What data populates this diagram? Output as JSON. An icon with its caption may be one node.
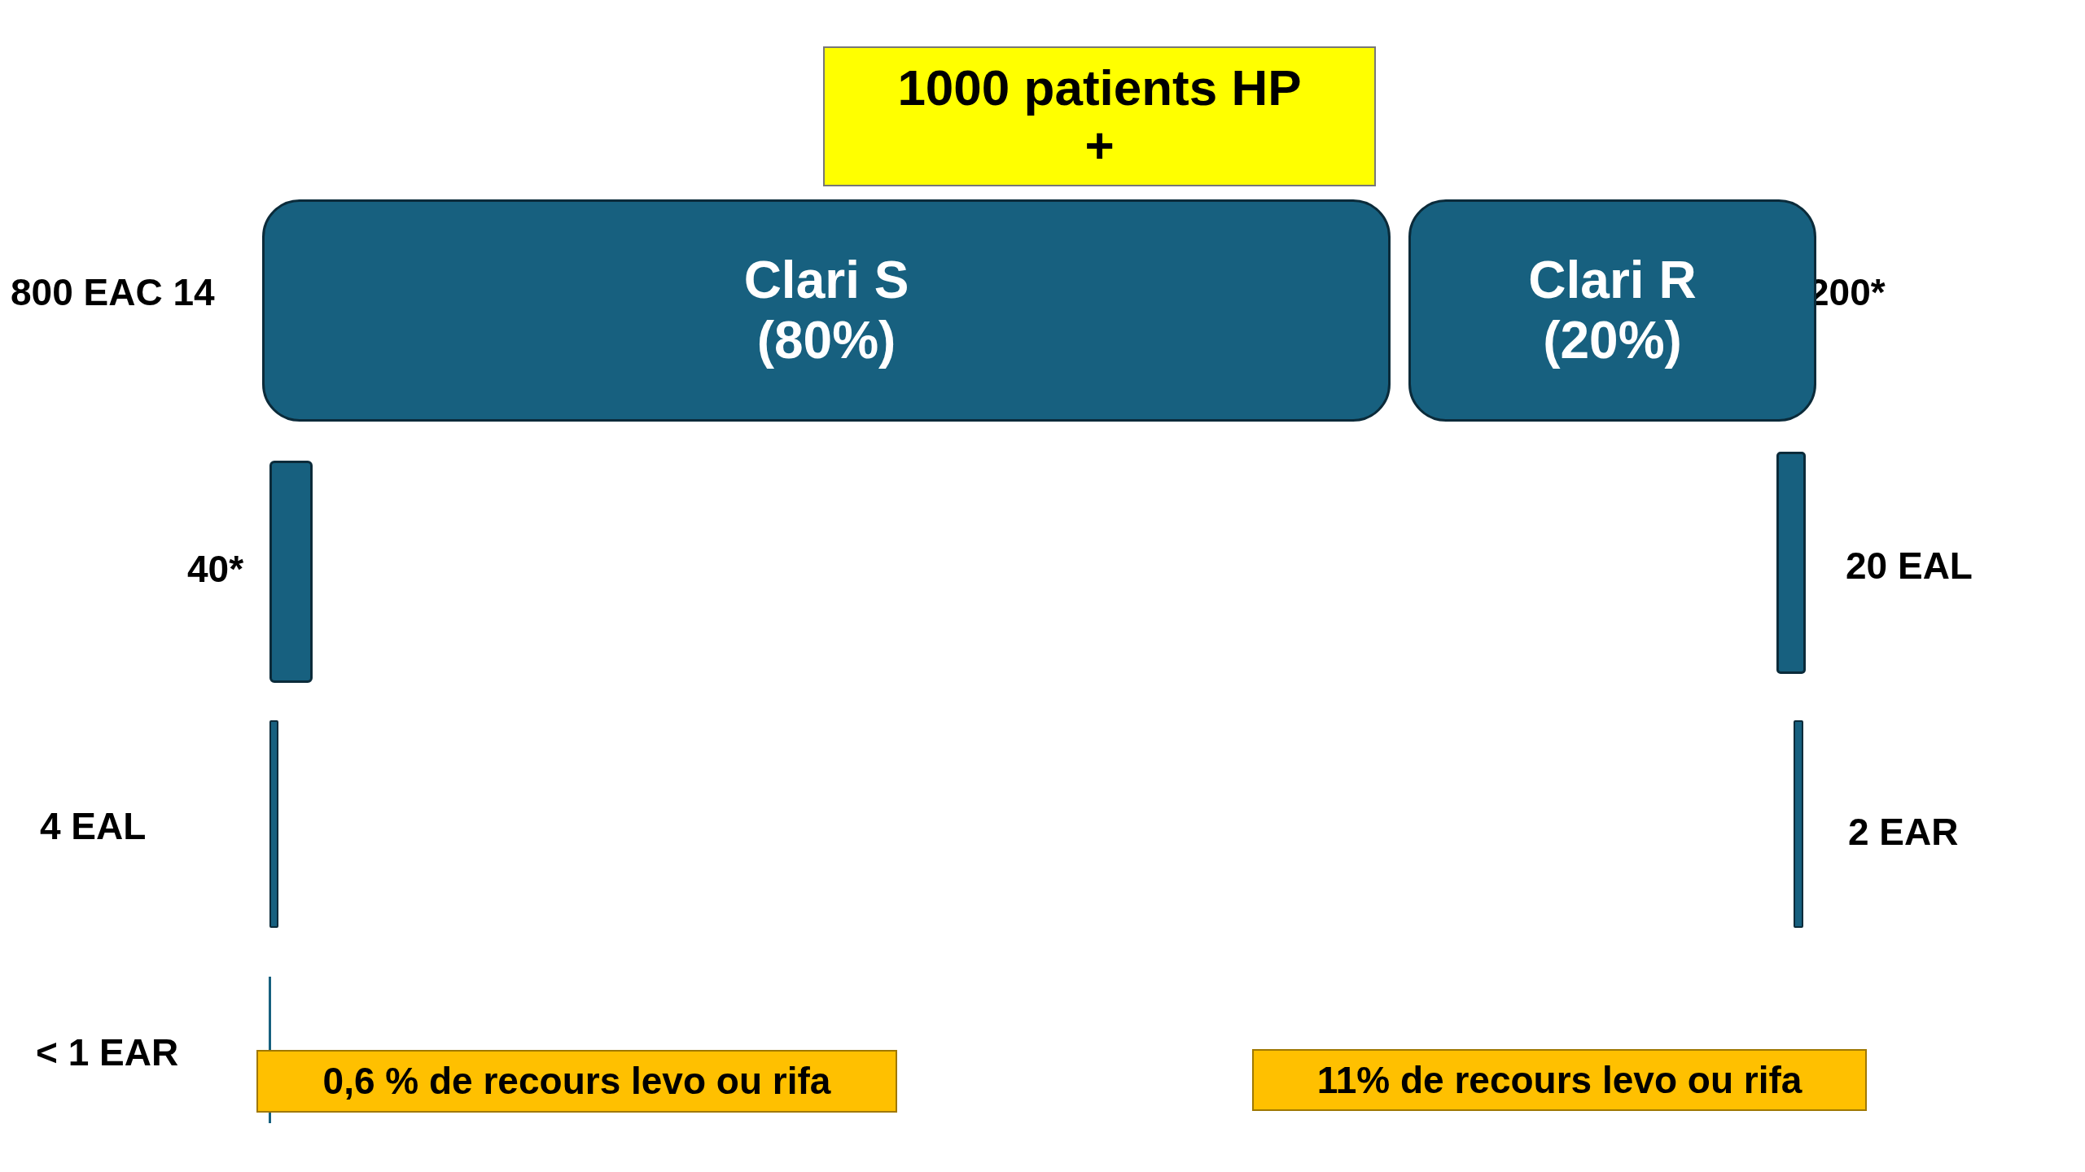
{
  "diagram": {
    "nodes": [
      {
        "text": [
          "1000 patients HP",
          "+"
        ]
      },
      {
        "text": [
          "Clari S",
          "(80%)"
        ],
        "beside": [
          "800 EAC 14"
        ]
      },
      {
        "text": [
          "Clari R",
          "(20%)"
        ],
        "beside": [
          "200*"
        ]
      },
      {
        "text": [],
        "shape": "bar",
        "beside": [
          "40*"
        ]
      },
      {
        "text": [],
        "shape": "bar",
        "beside": [
          "20 EAL"
        ]
      },
      {
        "text": [],
        "shape": "bar",
        "beside": [
          "4 EAL"
        ]
      },
      {
        "text": [],
        "shape": "bar",
        "beside": [
          "2 EAR"
        ]
      },
      {
        "text": [],
        "shape": "bar",
        "beside": [
          "< 1 EAR"
        ]
      },
      {
        "text": [
          "0,6 % de recours levo ou rifa"
        ]
      },
      {
        "text": [
          "11% de recours levo ou rifa"
        ]
      }
    ]
  }
}
